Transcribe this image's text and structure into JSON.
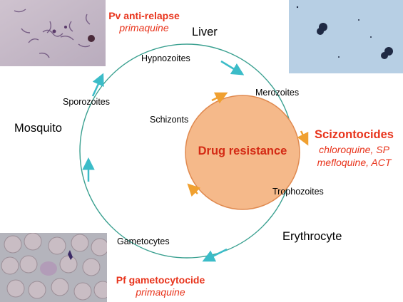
{
  "colors": {
    "treatment_red": "#e8341c",
    "resistance_red": "#d42a14",
    "cycle_arrow": "#3bbcc8",
    "orange_arrow": "#f0a030",
    "circle_fill": "#f5b98a",
    "circle_stroke": "#e08a50",
    "cycle_ring": "#3aa090"
  },
  "hosts": {
    "liver": "Liver",
    "mosquito": "Mosquito",
    "erythrocyte": "Erythrocyte"
  },
  "stages": {
    "hypnozoites": "Hypnozoites",
    "merozoites": "Merozoites",
    "sporozoites": "Sporozoites",
    "schizonts": "Schizonts",
    "trophozoites": "Trophozoites",
    "gametocytes": "Gametocytes"
  },
  "center": {
    "label": "Drug resistance"
  },
  "treatments": {
    "anti_relapse": {
      "title": "Pv anti-relapse",
      "drug": "primaquine"
    },
    "schizontocides": {
      "title": "Scizontocides",
      "drugs_line1": "chloroquine, SP",
      "drugs_line2": "mefloquine, ACT"
    },
    "gametocytocide": {
      "title": "Pf gametocytocide",
      "drug": "primaquine"
    }
  },
  "photos": [
    {
      "name": "photo-sporozoites",
      "description": "microscopy"
    },
    {
      "name": "photo-liver-stage",
      "description": "microscopy"
    },
    {
      "name": "photo-blood-smear",
      "description": "microscopy"
    }
  ]
}
